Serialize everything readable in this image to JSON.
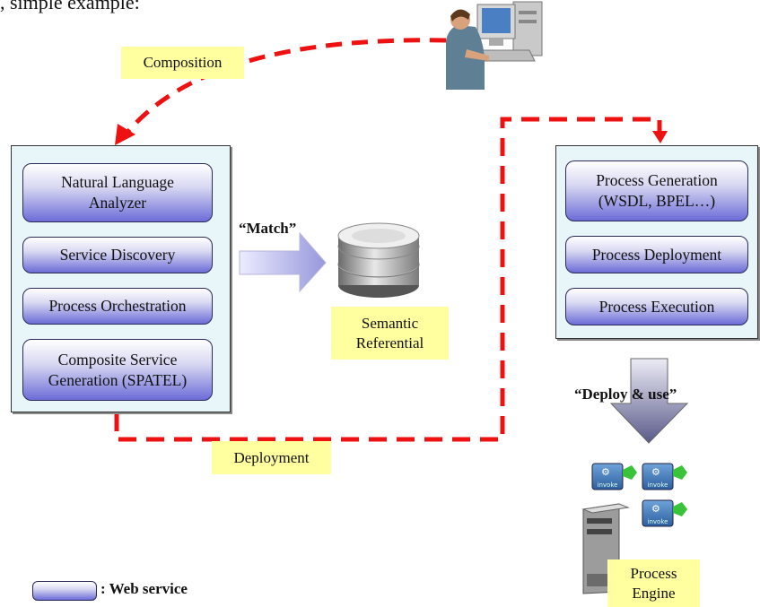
{
  "header": {
    "text": ", simple example:"
  },
  "tags": {
    "composition": "Composition",
    "deployment": "Deployment",
    "semantic": "Semantic\nReferential",
    "process_engine": "Process\nEngine"
  },
  "left_panel": {
    "items": [
      {
        "label": "Natural Language\nAnalyzer"
      },
      {
        "label": "Service Discovery"
      },
      {
        "label": "Process Orchestration"
      },
      {
        "label": "Composite Service\nGeneration (SPATEL)"
      }
    ]
  },
  "right_panel": {
    "items": [
      {
        "label": "Process Generation\n(WSDL, BPEL…)"
      },
      {
        "label": "Process Deployment"
      },
      {
        "label": "Process Execution"
      }
    ]
  },
  "arrows": {
    "match_label": "“Match”",
    "deploy_label": "“Deploy & use”"
  },
  "icons": {
    "invoke_text": "invoke",
    "user": "user-at-computer-icon",
    "database": "database-icon",
    "server": "server-icon"
  },
  "legend": {
    "text": ": Web service"
  },
  "colors": {
    "dashed": "#ee1111",
    "tag_bg": "#ffffa0",
    "panel_bg": "#e8f6f9"
  }
}
